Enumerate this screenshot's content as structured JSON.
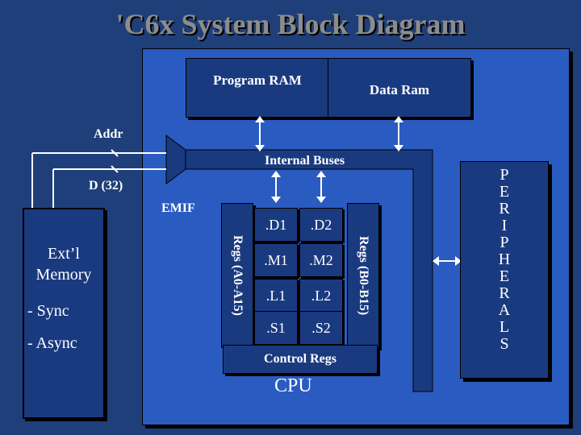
{
  "title": "'C6x System Block Diagram",
  "blocks": {
    "program_ram": "Program RAM",
    "data_ram": "Data Ram",
    "internal_buses": "Internal Buses",
    "emif": "EMIF",
    "addr": "Addr",
    "data_bus": "D (32)",
    "ext_memory": "Ext’l Memory",
    "sync": "- Sync",
    "async": "- Async",
    "regs_a": "Regs (A0-A15)",
    "regs_b": "Regs (B0-B15)",
    "control_regs": "Control Regs",
    "cpu": "CPU",
    "peripherals": "PERIPHERALS"
  },
  "units": [
    ".D1",
    ".D2",
    ".M1",
    ".M2",
    ".L1",
    ".L2",
    ".S1",
    ".S2"
  ]
}
